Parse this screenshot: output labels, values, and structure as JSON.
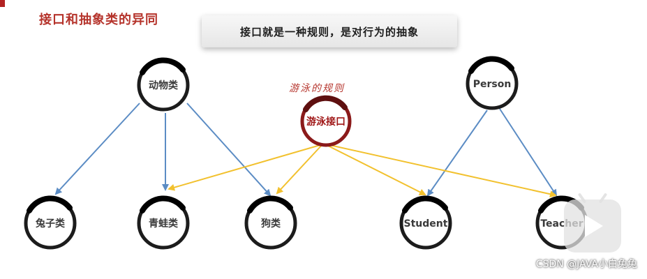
{
  "title": "接口和抽象类的异同",
  "banner": "接口就是一种规则，是对行为的抽象",
  "interface_note": "游泳的规则",
  "nodes": {
    "animal": "动物类",
    "person": "Person",
    "swim_interface": "游泳接口",
    "rabbit": "兔子类",
    "frog": "青蛙类",
    "dog": "狗类",
    "student": "Student",
    "teacher": "Teacher"
  },
  "colors": {
    "title": "#b5332b",
    "inheritance_arrow": "#5b8cc4",
    "implementation_arrow": "#f2c12e",
    "interface_ring": "#8b1a1a"
  },
  "watermark": "CSDN @JAVA小白兔兔"
}
